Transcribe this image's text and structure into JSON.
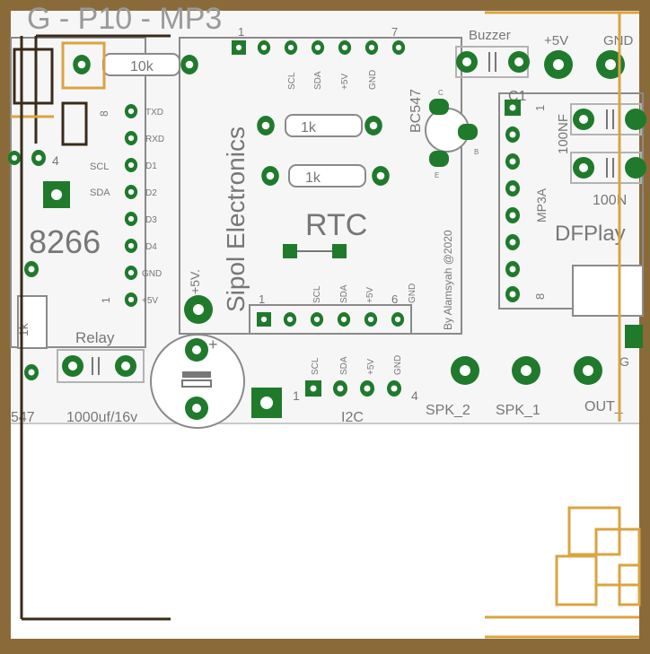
{
  "colors": {
    "frame": "#8b6a3a",
    "board": "#f6f6f6",
    "outline": "#8a8a8a",
    "pad": "#1f7a2c",
    "text": "#666666",
    "accent_gold": "#d9a441"
  },
  "pcb": {
    "title": "G - P10 - MP3",
    "esp_label": "8266",
    "esp_pins_left": [
      "SCL",
      "SDA"
    ],
    "esp_pins_right": [
      "TXD",
      "RXD",
      "D1",
      "D2",
      "D3",
      "D4",
      "GND",
      "+5V"
    ],
    "esp_pin_num_top": "8",
    "esp_pin_num_bottom": "1",
    "left_pin_number": "4",
    "resistor_10k": "10k",
    "rtc_brand": "Sipol Electronics",
    "rtc_label": "RTC",
    "rtc_header_num_left": "1",
    "rtc_header_num_right": "7",
    "rtc_top_pins": [
      "SCL",
      "SDA",
      "+5V",
      "GND"
    ],
    "resistor_1k": "1k",
    "rtc_bottom_num_left": "1",
    "rtc_bottom_num_right": "6",
    "rtc_bottom_pins": [
      "SCL",
      "SDA",
      "+5V",
      "GND"
    ],
    "credit": "By Alamsyah @2020",
    "transistor": "BC547",
    "transistor_pins": [
      "C",
      "B",
      "E"
    ],
    "buzzer": "Buzzer",
    "plus5v_top": "+5V",
    "gnd_top": "GND",
    "cap_c1": "C1",
    "cap_100nf": "100NF",
    "cap_100n_cut": "100N",
    "mp3_label": "MP3A",
    "mp3_pin_top": "1",
    "mp3_pin_bottom": "8",
    "dfplayer": "DFPlay",
    "plus5v_side": "+5V.",
    "relay_label": "Relay",
    "relay_resistor": "1k",
    "transistor_left": "547",
    "electrolytic": "1000uf/16v",
    "i2c_label": "I2C",
    "i2c_num_left": "1",
    "i2c_num_right": "4",
    "i2c_pins": [
      "SCL",
      "SDA",
      "+5V",
      "GND"
    ],
    "spk2": "SPK_2",
    "spk1": "SPK_1",
    "out": "OUT_",
    "g_cut": "G"
  }
}
